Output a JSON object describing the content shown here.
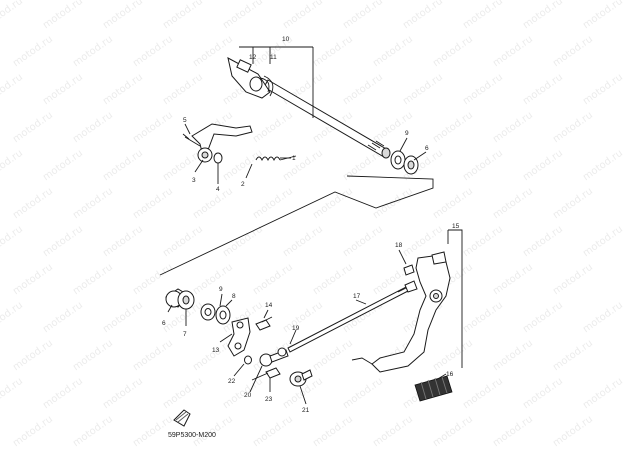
{
  "watermark_text": "motod.ru",
  "diagram_code": "59P5300-M200",
  "callouts": {
    "c1": "1",
    "c2": "2",
    "c3": "3",
    "c4": "4",
    "c5": "5",
    "c6": "6",
    "c7": "7",
    "c8": "8",
    "c9": "9",
    "c10": "10",
    "c11": "11",
    "c12": "12",
    "c14": "14",
    "c15": "15",
    "c16": "16",
    "c17": "17",
    "c18": "18",
    "c19": "19",
    "c20": "20",
    "c21": "21",
    "c22": "22",
    "c23": "23",
    "c6b": "6",
    "c7b": "7",
    "c9b": "9",
    "c13": "13"
  }
}
